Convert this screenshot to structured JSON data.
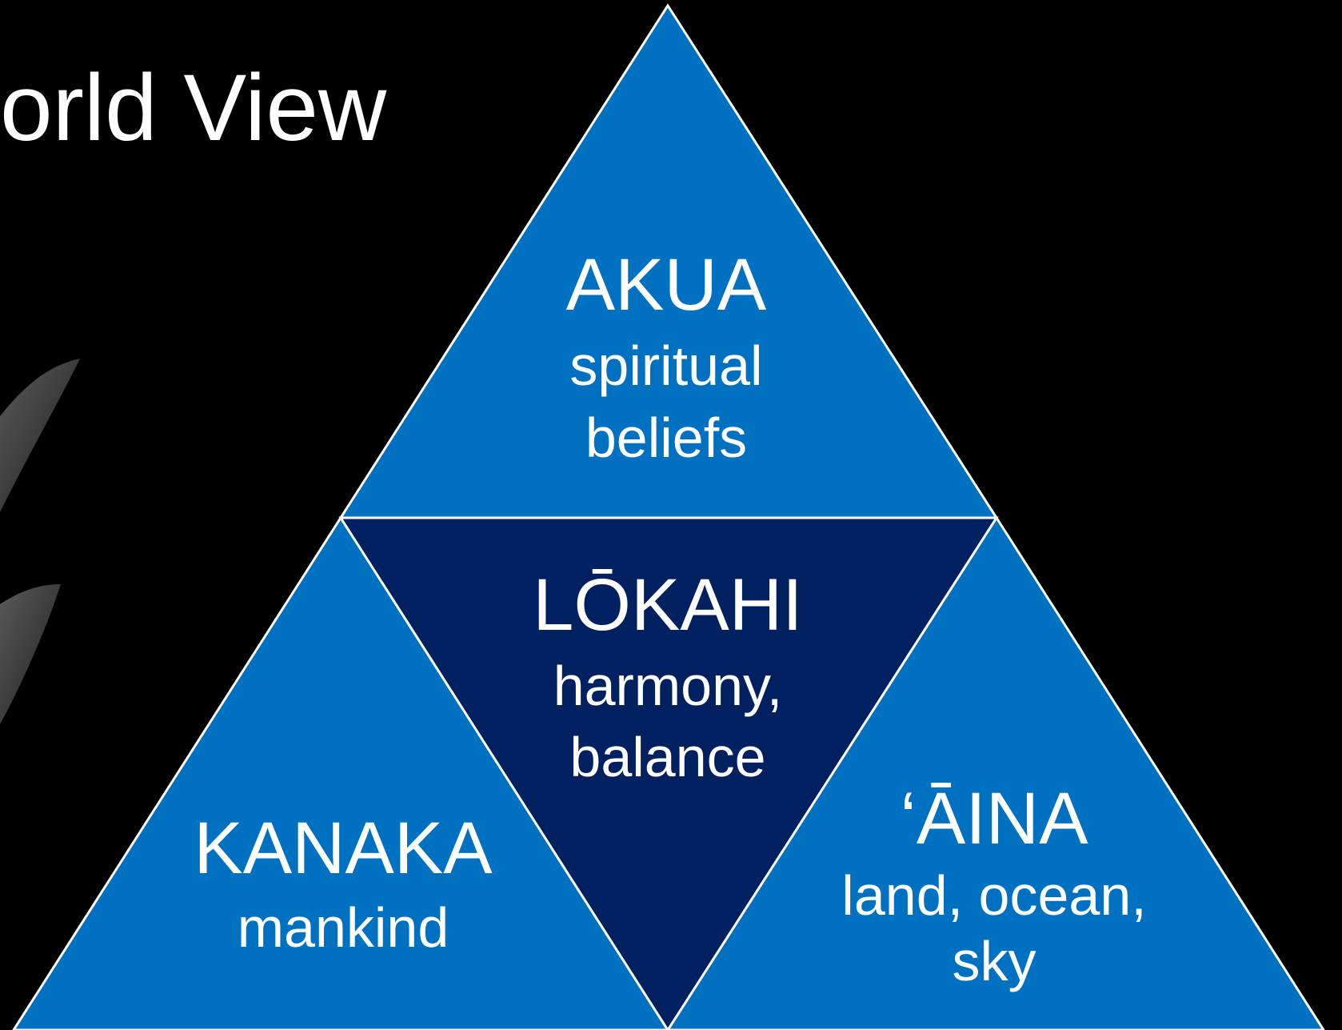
{
  "slide": {
    "title": "orld View"
  },
  "colors": {
    "background": "#000000",
    "outer_triangle": "#0070c0",
    "center_triangle": "#002060",
    "outline": "#ffffff",
    "text": "#ffffff"
  },
  "diagram": {
    "top": {
      "heading": "AKUA",
      "lines": [
        "spiritual",
        "beliefs"
      ]
    },
    "center": {
      "heading": "LŌKAHI",
      "lines": [
        "harmony,",
        "balance"
      ]
    },
    "left": {
      "heading": "KANAKA",
      "lines": [
        "mankind"
      ]
    },
    "right": {
      "heading": "‘ĀINA",
      "lines": [
        "land, ocean,",
        "sky"
      ]
    }
  }
}
